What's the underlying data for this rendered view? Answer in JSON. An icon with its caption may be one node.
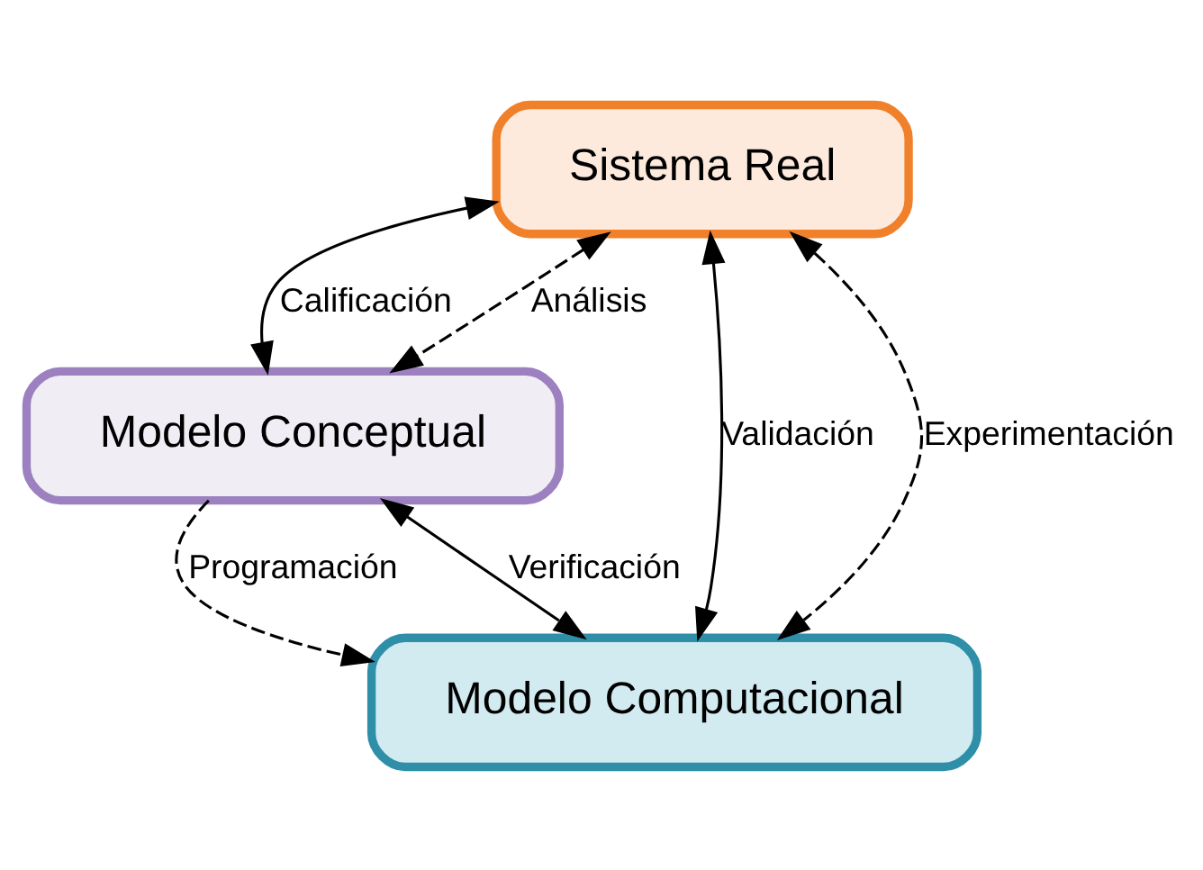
{
  "diagram": {
    "nodes": [
      {
        "text": [
          "Sistema Real"
        ]
      },
      {
        "text": [
          "Modelo Conceptual"
        ]
      },
      {
        "text": [
          "Modelo Computacional"
        ]
      }
    ],
    "edges": [
      {
        "from": 0,
        "to": 1,
        "arrow": "both",
        "label": "Calificación"
      },
      {
        "from": 0,
        "to": 1,
        "arrow": "both",
        "label": "Análisis",
        "style": "dashed"
      },
      {
        "from": 0,
        "to": 2,
        "arrow": "both",
        "label": "Validación"
      },
      {
        "from": 0,
        "to": 2,
        "arrow": "both",
        "label": "Experimentación",
        "style": "dashed"
      },
      {
        "from": 1,
        "to": 2,
        "arrow": "to",
        "label": "Programación",
        "style": "dashed"
      },
      {
        "from": 2,
        "to": 1,
        "arrow": "both",
        "label": "Verificación"
      }
    ]
  }
}
